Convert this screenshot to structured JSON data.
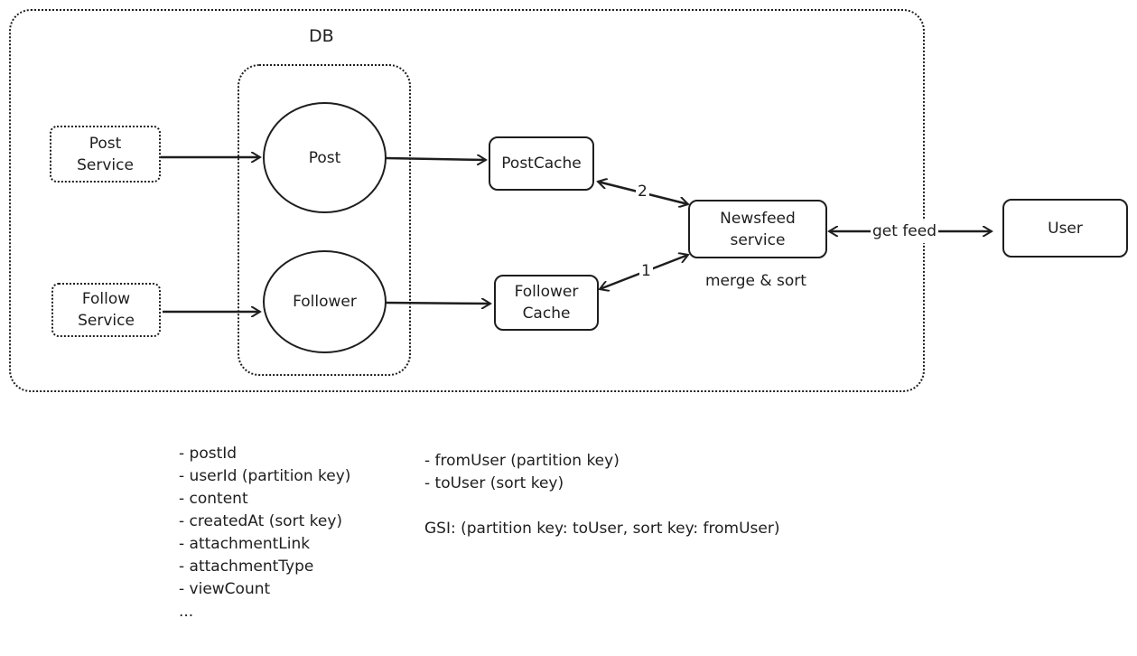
{
  "db": {
    "label": "DB"
  },
  "nodes": {
    "post_service": "Post\nService",
    "follow_service": "Follow\nService",
    "post": "Post",
    "follower": "Follower",
    "post_cache": "PostCache",
    "follower_cache": "Follower\nCache",
    "newsfeed": "Newsfeed\nservice",
    "user": "User"
  },
  "edge_labels": {
    "postcache_newsfeed": "2",
    "followercache_newsfeed": "1",
    "user_newsfeed": "get feed"
  },
  "annotations": {
    "newsfeed_note": "merge & sort"
  },
  "post_schema": [
    "- postId",
    "- userId (partition key)",
    "- content",
    "- createdAt (sort key)",
    "- attachmentLink",
    "- attachmentType",
    "- viewCount",
    "..."
  ],
  "follower_schema": [
    "- fromUser (partition key)",
    "- toUser (sort key)"
  ],
  "gsi_note": "GSI: (partition key: toUser, sort key: fromUser)"
}
